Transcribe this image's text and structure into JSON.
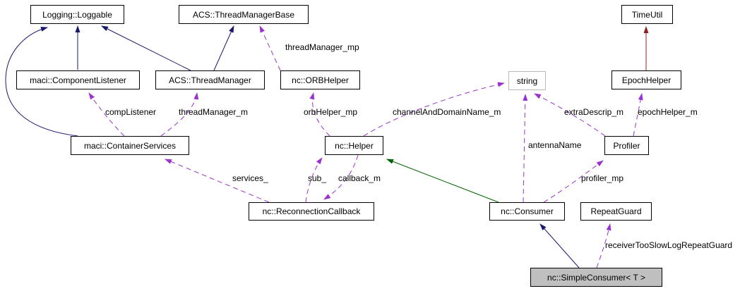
{
  "diagram_type": "collaboration-diagram",
  "colors": {
    "public_inheritance": "#191970",
    "protected_inheritance": "#006400",
    "private_inheritance": "#8b2323",
    "usage_member": "#9a32cd",
    "node_border": "#000000",
    "undocumented_node_border": "#b9b9b9",
    "current_node_fill": "#bfbfbf",
    "background": "#ffffff",
    "text": "#000000"
  },
  "nodes": [
    {
      "id": "loggable",
      "label": "Logging::Loggable",
      "kind": "class"
    },
    {
      "id": "threadmanagerbase",
      "label": "ACS::ThreadManagerBase",
      "kind": "class"
    },
    {
      "id": "timeutil",
      "label": "TimeUtil",
      "kind": "class"
    },
    {
      "id": "componentlistener",
      "label": "maci::ComponentListener",
      "kind": "class"
    },
    {
      "id": "threadmanager",
      "label": "ACS::ThreadManager",
      "kind": "class"
    },
    {
      "id": "orbhelper",
      "label": "nc::ORBHelper",
      "kind": "class"
    },
    {
      "id": "string",
      "label": "string",
      "kind": "external"
    },
    {
      "id": "epochhelper",
      "label": "EpochHelper",
      "kind": "class"
    },
    {
      "id": "containerservices",
      "label": "maci::ContainerServices",
      "kind": "class"
    },
    {
      "id": "helper",
      "label": "nc::Helper",
      "kind": "class"
    },
    {
      "id": "profiler",
      "label": "Profiler",
      "kind": "class"
    },
    {
      "id": "reconnectioncallback",
      "label": "nc::ReconnectionCallback",
      "kind": "class"
    },
    {
      "id": "consumer",
      "label": "nc::Consumer",
      "kind": "class"
    },
    {
      "id": "repeatguard",
      "label": "RepeatGuard",
      "kind": "class"
    },
    {
      "id": "simpleconsumer",
      "label": "nc::SimpleConsumer< T >",
      "kind": "current"
    }
  ],
  "edges": [
    {
      "from": "componentlistener",
      "to": "loggable",
      "relation": "public-inheritance",
      "label": ""
    },
    {
      "from": "threadmanager",
      "to": "loggable",
      "relation": "public-inheritance",
      "label": ""
    },
    {
      "from": "containerservices",
      "to": "loggable",
      "relation": "public-inheritance",
      "label": ""
    },
    {
      "from": "threadmanager",
      "to": "threadmanagerbase",
      "relation": "public-inheritance",
      "label": ""
    },
    {
      "from": "orbhelper",
      "to": "threadmanagerbase",
      "relation": "usage",
      "label": "threadManager_mp"
    },
    {
      "from": "epochhelper",
      "to": "timeutil",
      "relation": "private-inheritance",
      "label": ""
    },
    {
      "from": "consumer",
      "to": "helper",
      "relation": "protected-inheritance",
      "label": ""
    },
    {
      "from": "simpleconsumer",
      "to": "consumer",
      "relation": "public-inheritance",
      "label": ""
    },
    {
      "from": "containerservices",
      "to": "componentlistener",
      "relation": "usage",
      "label": "compListener"
    },
    {
      "from": "containerservices",
      "to": "threadmanager",
      "relation": "usage",
      "label": "threadManager_m"
    },
    {
      "from": "helper",
      "to": "orbhelper",
      "relation": "usage",
      "label": "orbHelper_mp"
    },
    {
      "from": "helper",
      "to": "string",
      "relation": "usage",
      "label": "channelAndDomainName_m"
    },
    {
      "from": "consumer",
      "to": "string",
      "relation": "usage",
      "label": "antennaName"
    },
    {
      "from": "profiler",
      "to": "string",
      "relation": "usage",
      "label": "extraDescrip_m"
    },
    {
      "from": "profiler",
      "to": "epochhelper",
      "relation": "usage",
      "label": "epochHelper_m"
    },
    {
      "from": "consumer",
      "to": "profiler",
      "relation": "usage",
      "label": "profiler_mp"
    },
    {
      "from": "reconnectioncallback",
      "to": "containerservices",
      "relation": "usage",
      "label": "services_"
    },
    {
      "from": "reconnectioncallback",
      "to": "helper",
      "relation": "usage",
      "label": "sub_"
    },
    {
      "from": "helper",
      "to": "reconnectioncallback",
      "relation": "usage",
      "label": "callback_m"
    },
    {
      "from": "simpleconsumer",
      "to": "repeatguard",
      "relation": "usage",
      "label": "receiverTooSlowLogRepeatGuard"
    }
  ]
}
